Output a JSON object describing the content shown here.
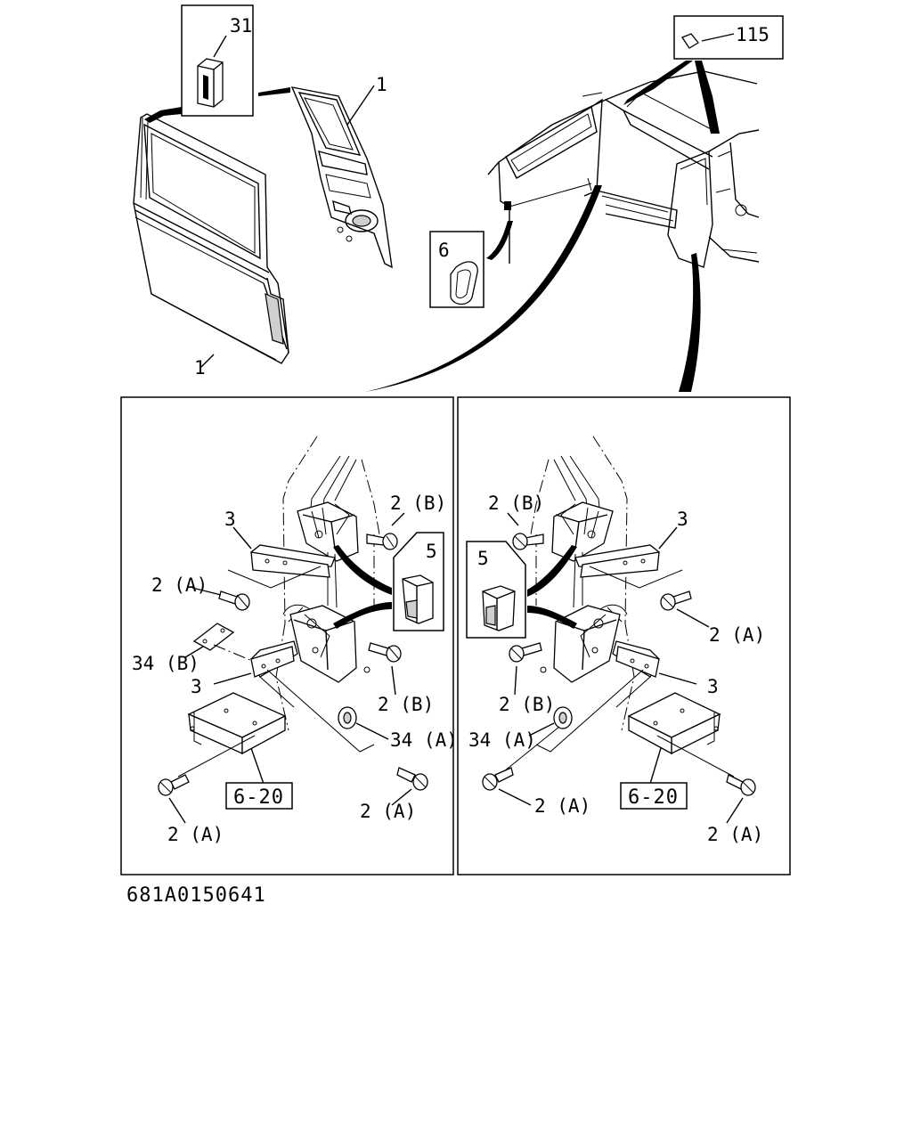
{
  "diagram_id": "681A0150641",
  "callouts": {
    "door_inner_panel": "1",
    "door_outer_panel": "1",
    "weatherstrip_part": "31",
    "grommet_part": "6",
    "label_ref": "115",
    "left_bracket_upper": "3",
    "left_bracket_lower": "3",
    "left_bolt_b_upper": "2 (B)",
    "left_bolt_a_upper": "2 (A)",
    "left_stopper": "5",
    "left_plate_b": "34 (B)",
    "left_bolt_b_lower": "2 (B)",
    "left_washer_a": "34 (A)",
    "left_bolt_a_right": "2 (A)",
    "left_bolt_a_left": "2 (A)",
    "left_ref_box": "6-20",
    "right_bolt_b_upper": "2 (B)",
    "right_bracket_upper": "3",
    "right_stopper": "5",
    "right_bolt_a_upper": "2 (A)",
    "right_bolt_b_lower": "2 (B)",
    "right_bracket_lower": "3",
    "right_washer_a": "34 (A)",
    "right_bolt_a_left": "2 (A)",
    "right_ref_box": "6-20",
    "right_bolt_a_right": "2 (A)"
  },
  "icons": [
    "weatherstrip-icon",
    "label-sticker-icon",
    "grommet-icon",
    "stopper-icon",
    "bolt-icon",
    "washer-icon"
  ]
}
